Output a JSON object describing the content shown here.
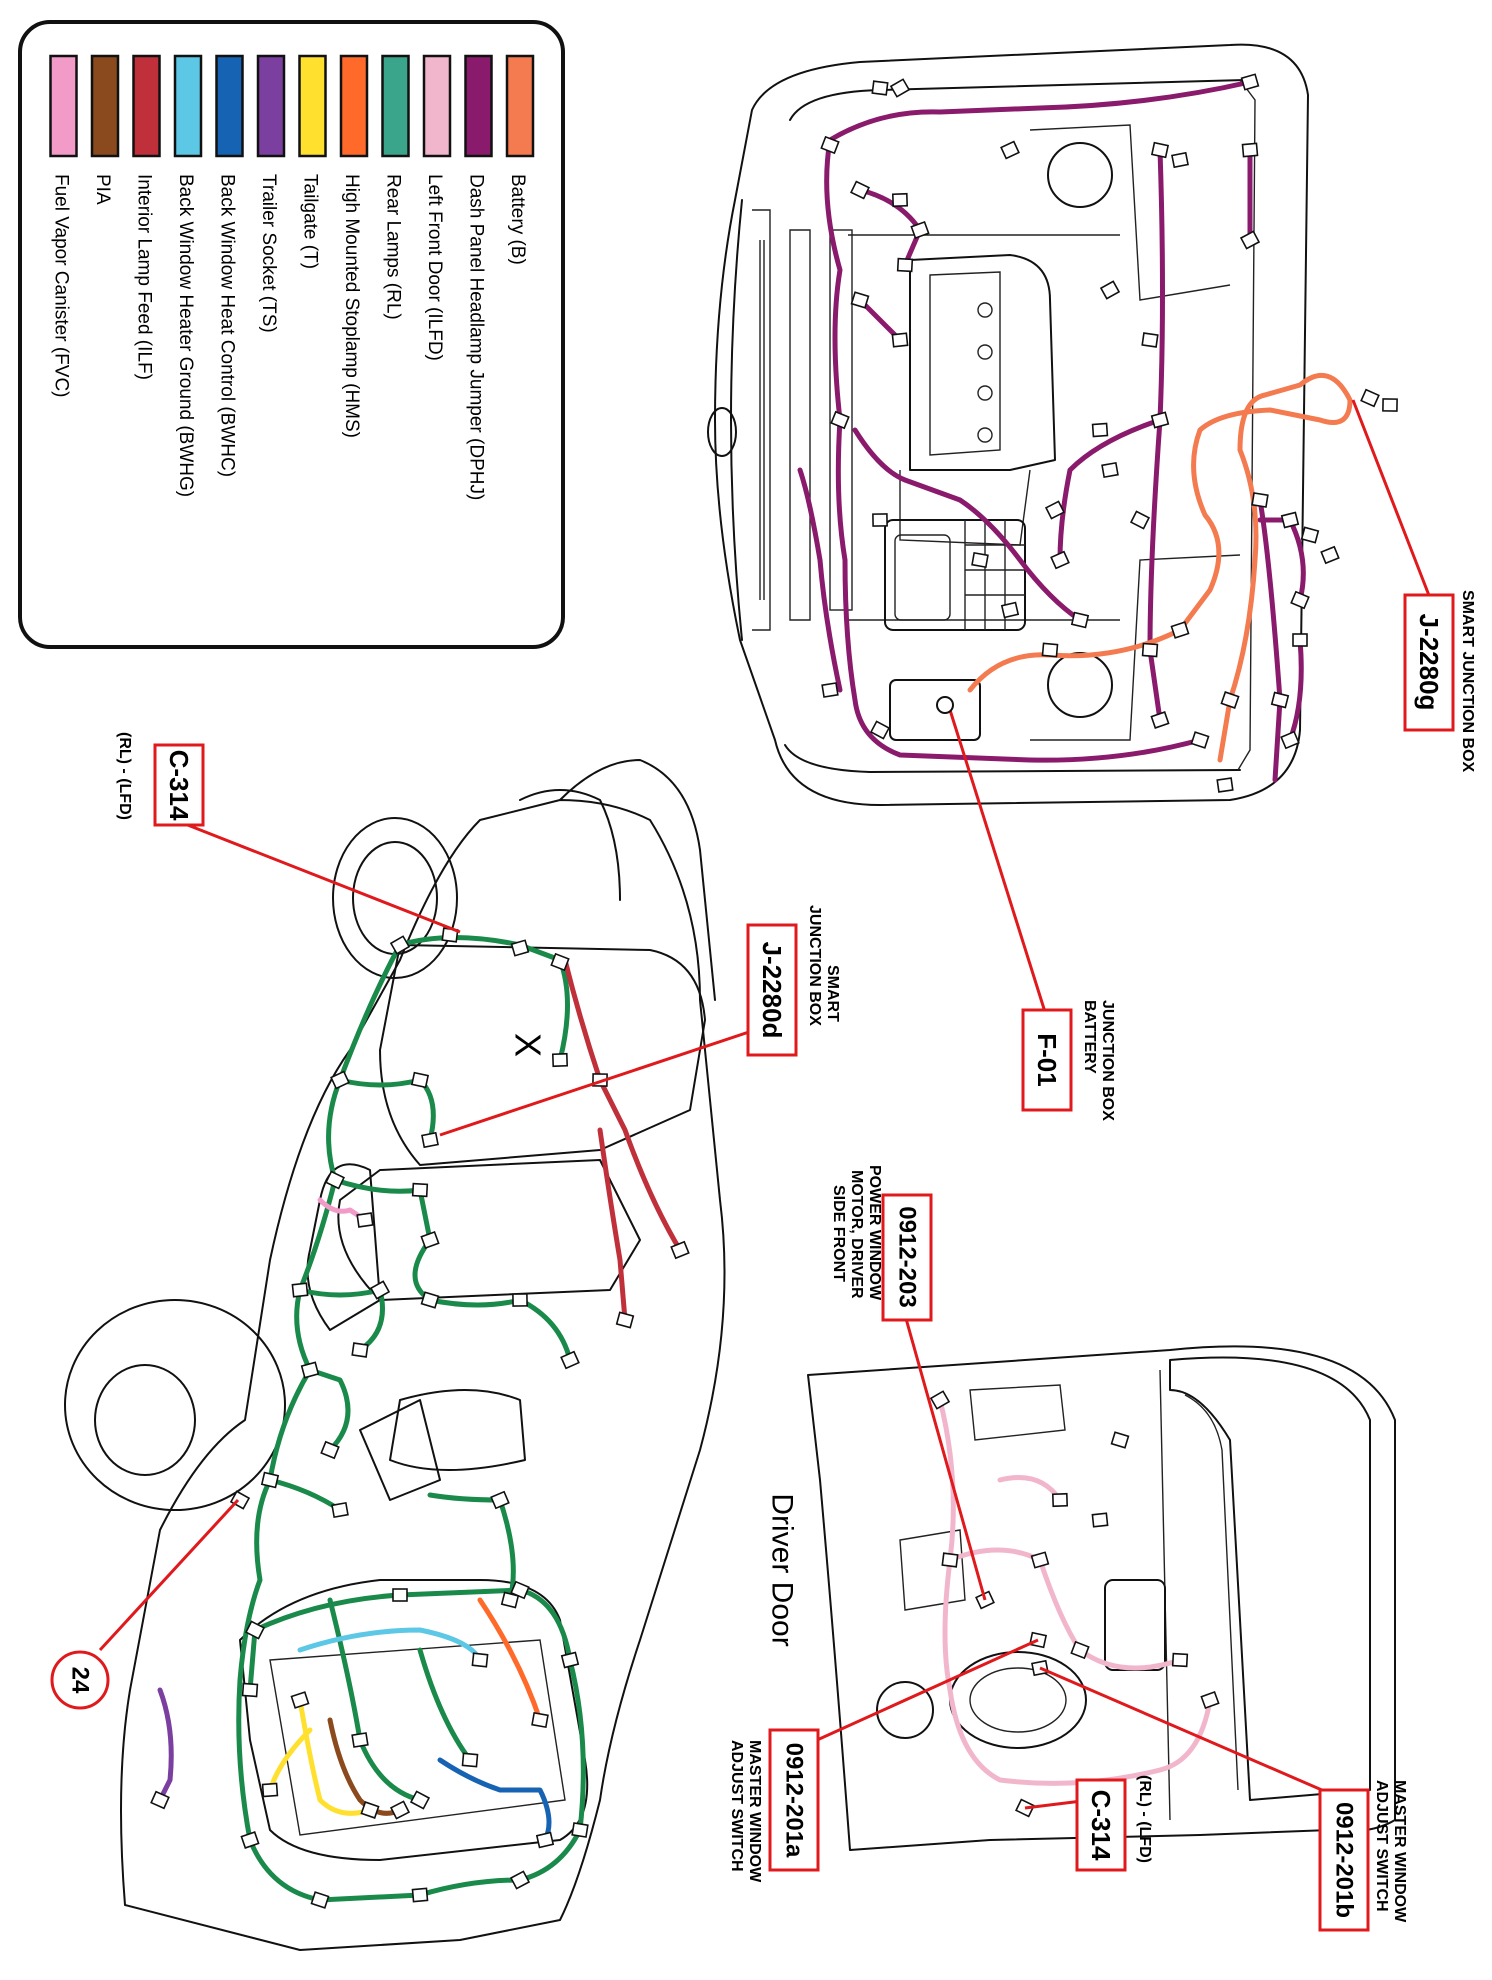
{
  "legend": {
    "items": [
      {
        "label": "Battery (B)",
        "color": "#f47a4f"
      },
      {
        "label": "Dash Panel Headlamp Jumper (DPHJ)",
        "color": "#8a1a6c"
      },
      {
        "label": "Left Front Door (ILFD)",
        "color": "#f2b6cc"
      },
      {
        "label": "Rear Lamps (RL)",
        "color": "#3aa58a"
      },
      {
        "label": "High Mounted Stoplamp (HMS)",
        "color": "#ff6a2b"
      },
      {
        "label": "Tailgate (T)",
        "color": "#ffe02e"
      },
      {
        "label": "Trailer Socket  (TS)",
        "color": "#7b3fa0"
      },
      {
        "label": "Back Window Heat Control (BWHC)",
        "color": "#1763b3"
      },
      {
        "label": "Back Window Heater Ground (BWHG)",
        "color": "#5cc8e6"
      },
      {
        "label": "Interior Lamp Feed (ILF)",
        "color": "#c0303a"
      },
      {
        "label": "PIA",
        "color": "#8b4a1e"
      },
      {
        "label": "Fuel Vapor Canister (FVC)",
        "color": "#f29ac8"
      }
    ]
  },
  "engine_bay": {
    "smart_junction_box_label": "SMART JUNCTION BOX",
    "smart_junction_box_code": "J-2280g",
    "battery_junction_box_label": [
      "BATTERY",
      "JUNCTION BOX"
    ],
    "battery_junction_box_code": "F-01"
  },
  "body": {
    "x_mark": "X",
    "c314_code": "C-314",
    "c314_sub": "(RL) - (LFD)",
    "smart_junction_box_label": [
      "SMART",
      "JUNCTION BOX"
    ],
    "smart_junction_box_code": "J-2280d",
    "ground_point": "24"
  },
  "door": {
    "title": "Driver Door",
    "motor_code": "0912-203",
    "motor_label": [
      "POWER WINDOW",
      "MOTOR, DRIVER",
      "SIDE FRONT"
    ],
    "switch_a_code": "0912-201a",
    "switch_a_label": [
      "MASTER WINDOW",
      "ADJUST SWITCH"
    ],
    "c314_code": "C-314",
    "c314_sub": "(RL) - (LFD)",
    "switch_b_code": "0912-201b",
    "switch_b_label": [
      "MASTER WINDOW",
      "ADJUST SWITCH"
    ]
  },
  "colors": {
    "callout": "#e0191c",
    "body_harness": "#1a8a4a",
    "engine_harness": "#8a1a6c",
    "battery_harness": "#f47a4f",
    "door_harness": "#f2b6cc"
  }
}
